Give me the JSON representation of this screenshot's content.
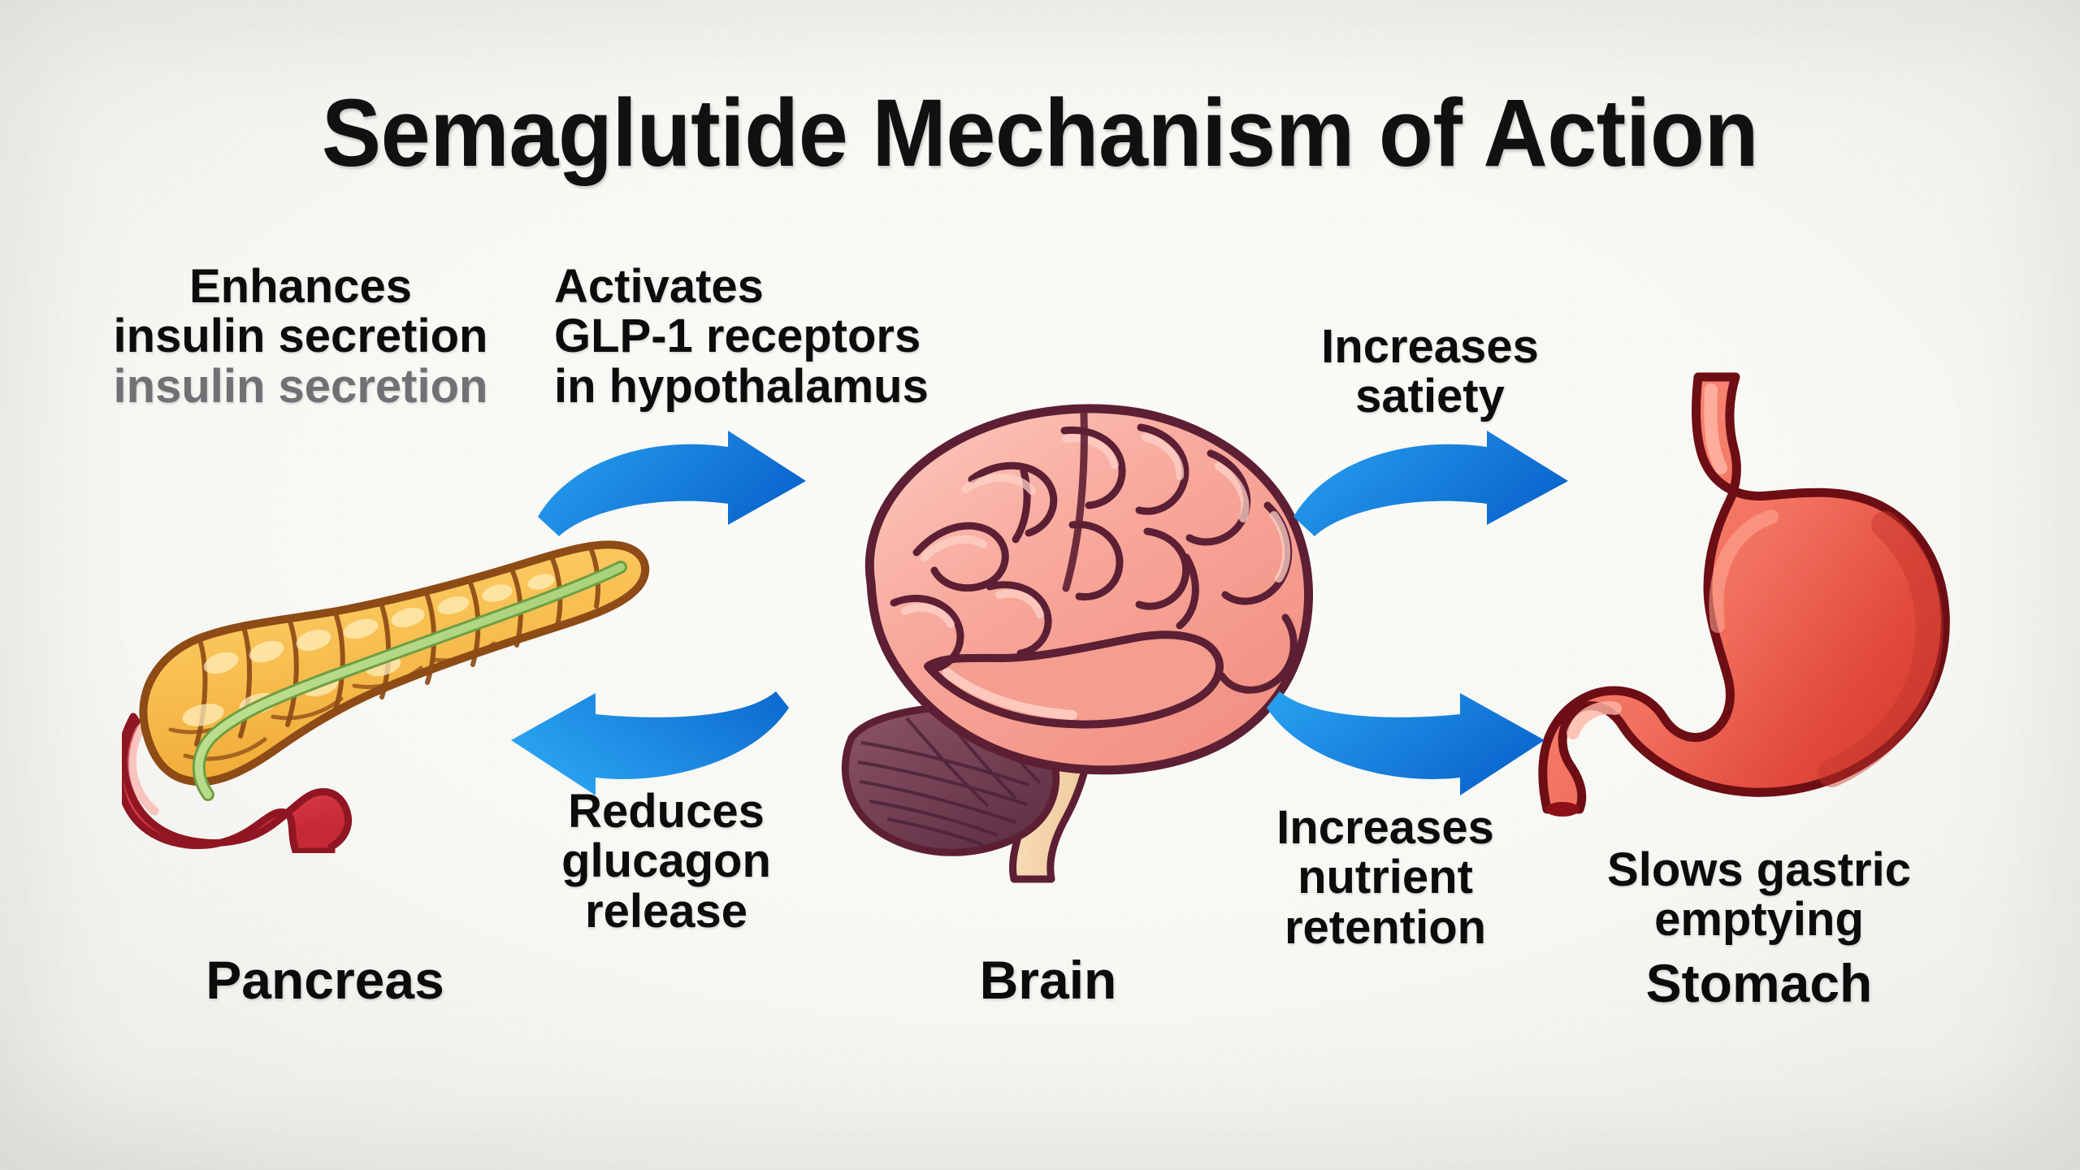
{
  "poster": {
    "title": "Semaglutide Mechanism of Action",
    "background_color": "#f7f7f3",
    "accent_arrow_color": "#1a8bea"
  },
  "callouts": {
    "pancreas_insulin": {
      "line1": "Enhances",
      "line2": "insulin secretion",
      "line3_ghost": "insulin secretion"
    },
    "brain_receptors": {
      "line1": "Activates",
      "line2": "GLP-1 receptors",
      "line3": "in hypothalamus"
    },
    "satiety": {
      "line1": "Increases",
      "line2": "satiety"
    },
    "glucagon": {
      "line1": "Reduces",
      "line2": "glucagon",
      "line3": "release"
    },
    "nutrient": {
      "line1": "Increases",
      "line2": "nutrient",
      "line3": "retention"
    },
    "gastric": {
      "line1": "Slows gastric",
      "line2": "emptying"
    }
  },
  "organs": [
    {
      "id": "pancreas",
      "label": "Pancreas",
      "colors": {
        "body": "#f5b43f",
        "body_light": "#ffd77c",
        "outline": "#8d4b16",
        "duct": "#b4d97f",
        "duodenum": "#e2414b",
        "duodenum_outline": "#8f1622"
      }
    },
    {
      "id": "brain",
      "label": "Brain",
      "colors": {
        "body": "#f6a398",
        "body_light": "#fcc6b9",
        "outline": "#5d1f33",
        "cerebellum": "#7a4457",
        "brainstem": "#f7d9b0"
      }
    },
    {
      "id": "stomach",
      "label": "Stomach",
      "colors": {
        "body_light": "#f78b79",
        "body_dark": "#df4034",
        "outline": "#6d0e15",
        "highlight": "#ffb3a3"
      }
    }
  ],
  "arrows": [
    {
      "id": "pancreas-to-brain",
      "direction": "right",
      "curve": "arc-up",
      "color_from": "#2aa3f0",
      "color_to": "#0c68cf"
    },
    {
      "id": "brain-to-stomach",
      "direction": "right",
      "curve": "arc-up",
      "color_from": "#2aa3f0",
      "color_to": "#0c68cf"
    },
    {
      "id": "brain-to-pancreas",
      "direction": "left",
      "curve": "arc-down",
      "color_from": "#2aa3f0",
      "color_to": "#0c68cf"
    },
    {
      "id": "brain-to-stomach-lower",
      "direction": "right",
      "curve": "arc-down",
      "color_from": "#2aa3f0",
      "color_to": "#0c68cf"
    }
  ]
}
